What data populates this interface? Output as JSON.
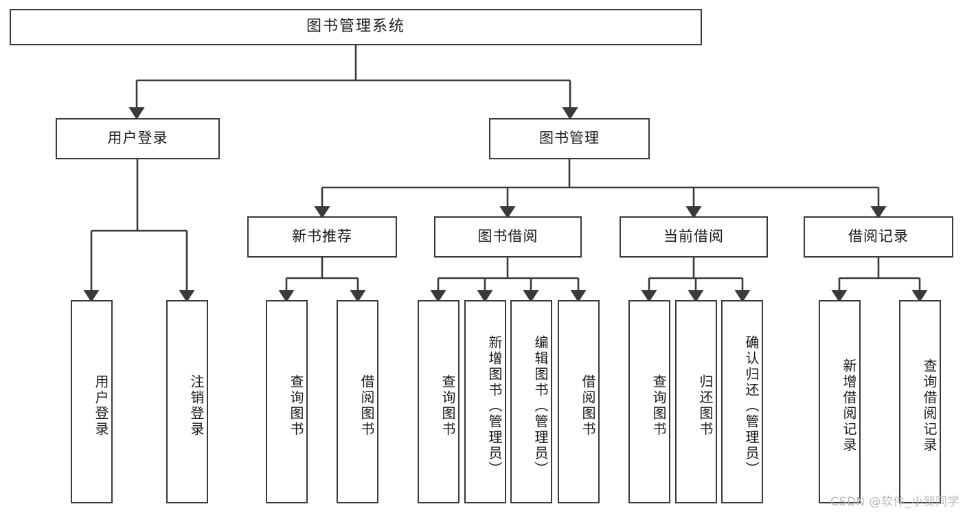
{
  "diagram": {
    "title": "图书管理系统",
    "watermark": "CSDN @软件_小贺同学",
    "stroke_color": "#3a3a3a",
    "background_color": "#ffffff",
    "text_color": "#1a1a1a",
    "root": {
      "label": "图书管理系统"
    },
    "level2": [
      {
        "label": "用户登录"
      },
      {
        "label": "图书管理"
      }
    ],
    "level3": [
      {
        "label": "新书推荐"
      },
      {
        "label": "图书借阅"
      },
      {
        "label": "当前借阅"
      },
      {
        "label": "借阅记录"
      }
    ],
    "leaves": {
      "user_login": [
        {
          "label": "用户登录"
        },
        {
          "label": "注销登录"
        }
      ],
      "new_book_recommend": [
        {
          "label": "查询图书"
        },
        {
          "label": "借阅图书"
        }
      ],
      "book_borrow": [
        {
          "label": "查询图书"
        },
        {
          "label": "新增图书（管理员）"
        },
        {
          "label": "编辑图书（管理员）"
        },
        {
          "label": "借阅图书"
        }
      ],
      "current_borrow": [
        {
          "label": "查询图书"
        },
        {
          "label": "归还图书"
        },
        {
          "label": "确认归还（管理员）"
        }
      ],
      "borrow_record": [
        {
          "label": "新增借阅记录"
        },
        {
          "label": "查询借阅记录"
        }
      ]
    }
  }
}
